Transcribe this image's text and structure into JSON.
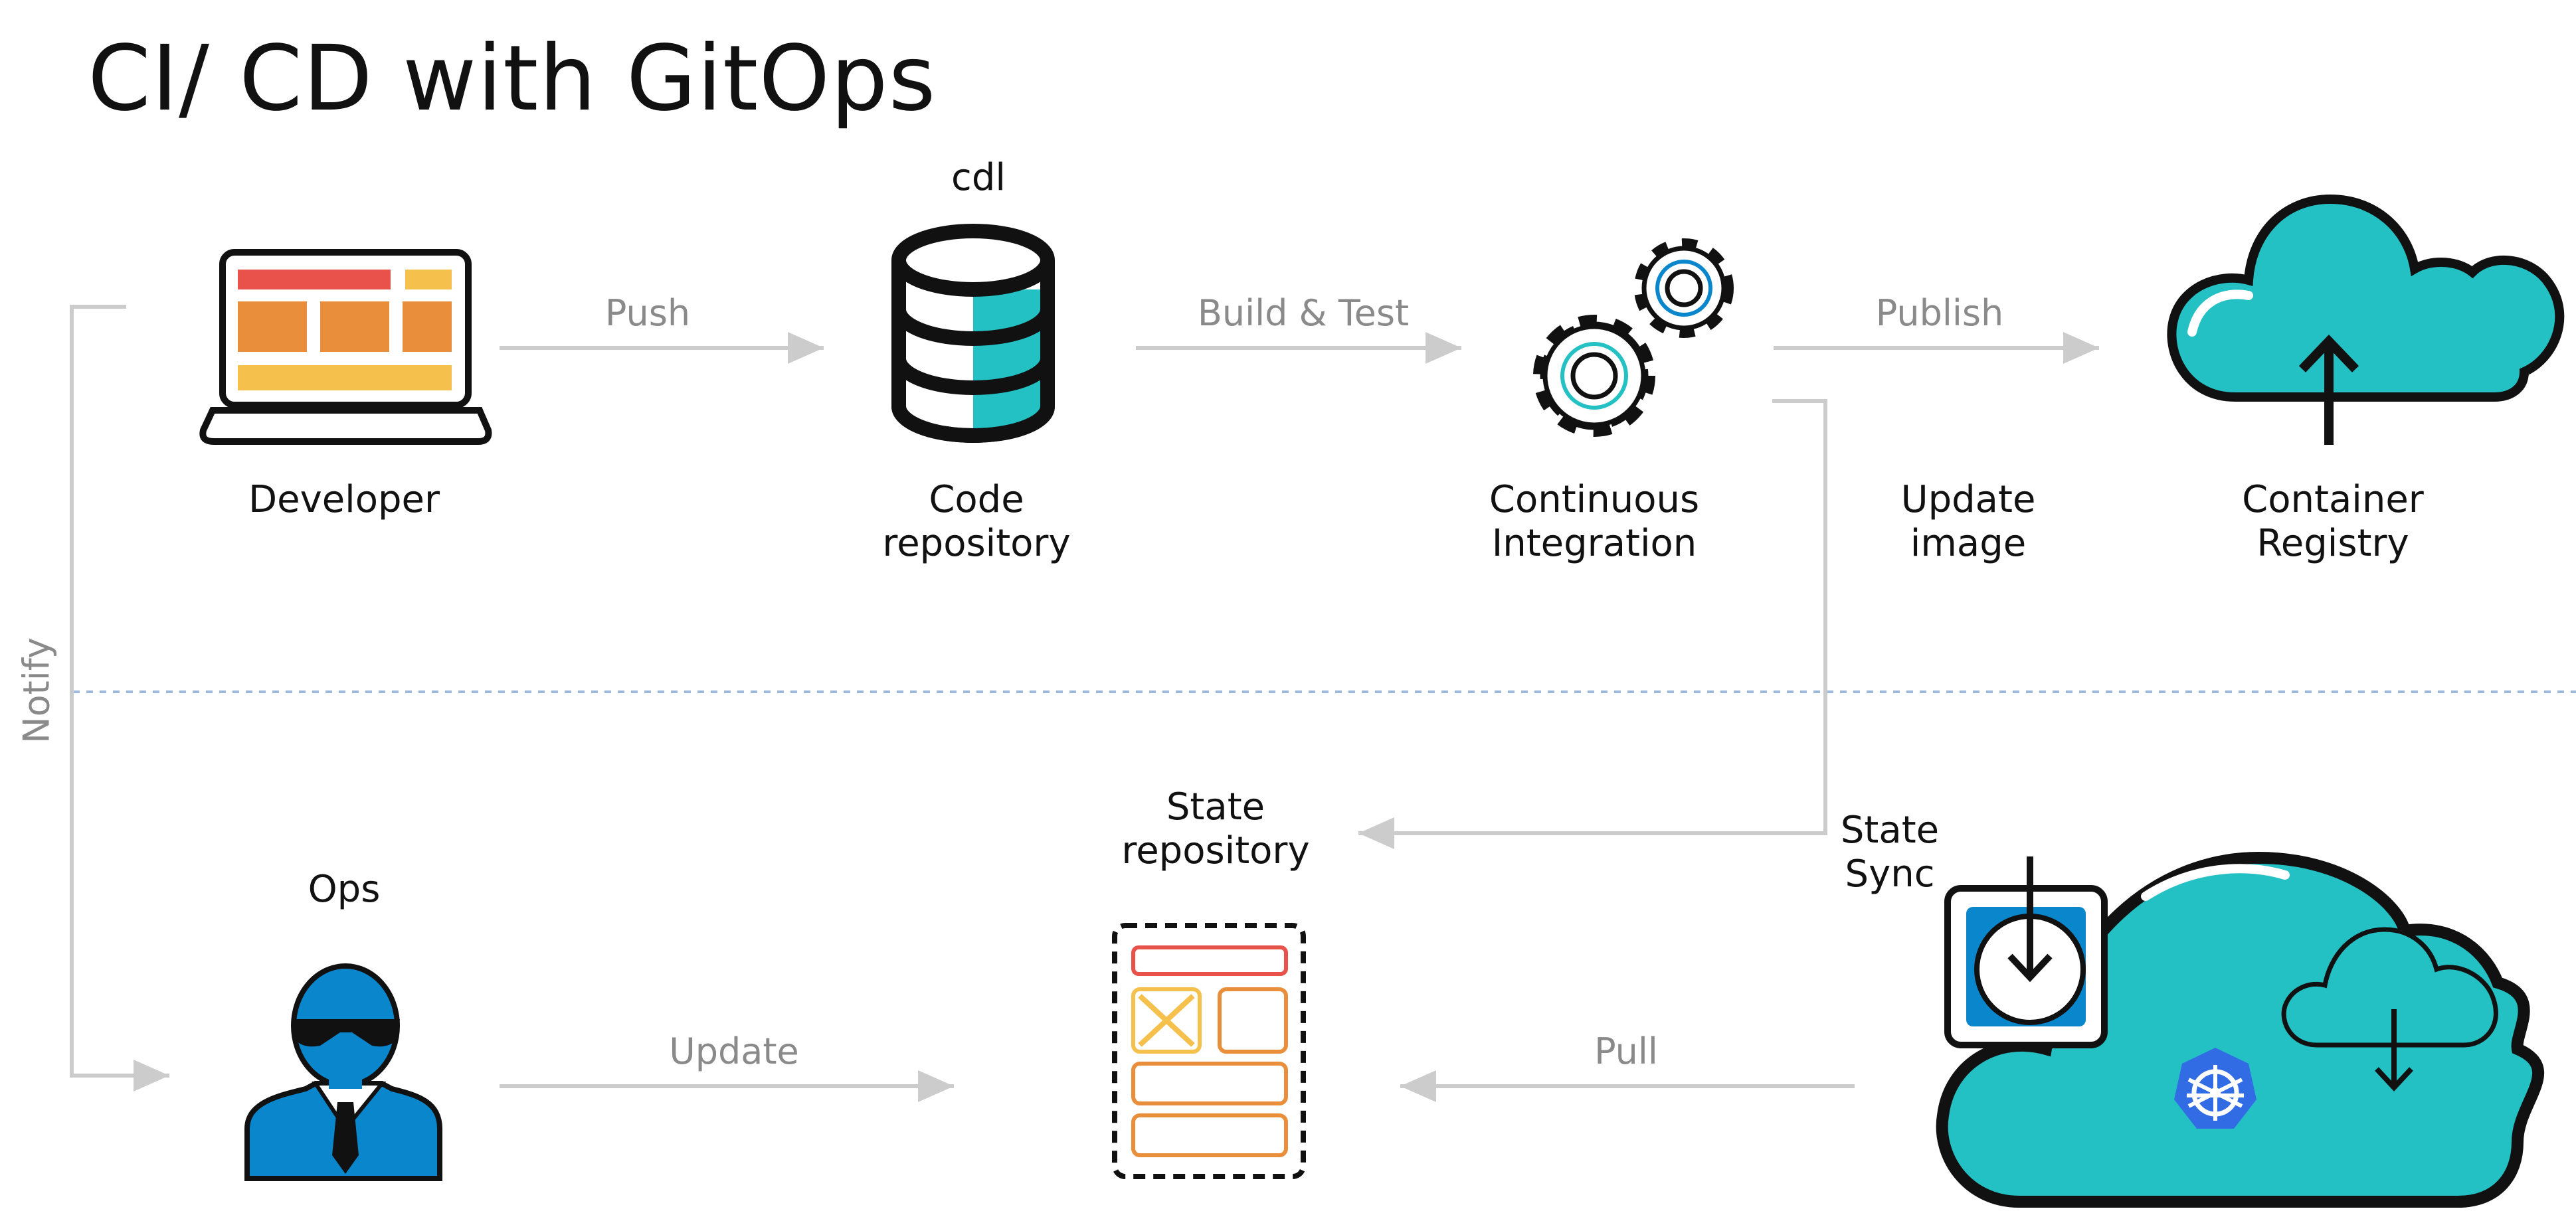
{
  "title": "CI/ CD with GitOps",
  "nodes": {
    "developer": "Developer",
    "code_repo_top": "cdl",
    "code_repo_l1": "Code",
    "code_repo_l2": "repository",
    "ci_l1": "Continuous",
    "ci_l2": "Integration",
    "update_image_l1": "Update",
    "update_image_l2": "image",
    "registry_l1": "Container",
    "registry_l2": "Registry",
    "ops": "Ops",
    "state_repo_l1": "State",
    "state_repo_l2": "repository",
    "state_sync_l1": "State",
    "state_sync_l2": "Sync"
  },
  "edges": {
    "push": "Push",
    "build_test": "Build & Test",
    "publish": "Publish",
    "update": "Update",
    "pull": "Pull",
    "notify": "Notify"
  },
  "colors": {
    "teal": "#23c1c4",
    "blue": "#0a86cc",
    "red": "#e8524a",
    "orange": "#e98e3a",
    "yellow": "#f6c04d",
    "arrow": "#cccccc",
    "divider": "#9db8d9",
    "k8s": "#326ce5"
  }
}
